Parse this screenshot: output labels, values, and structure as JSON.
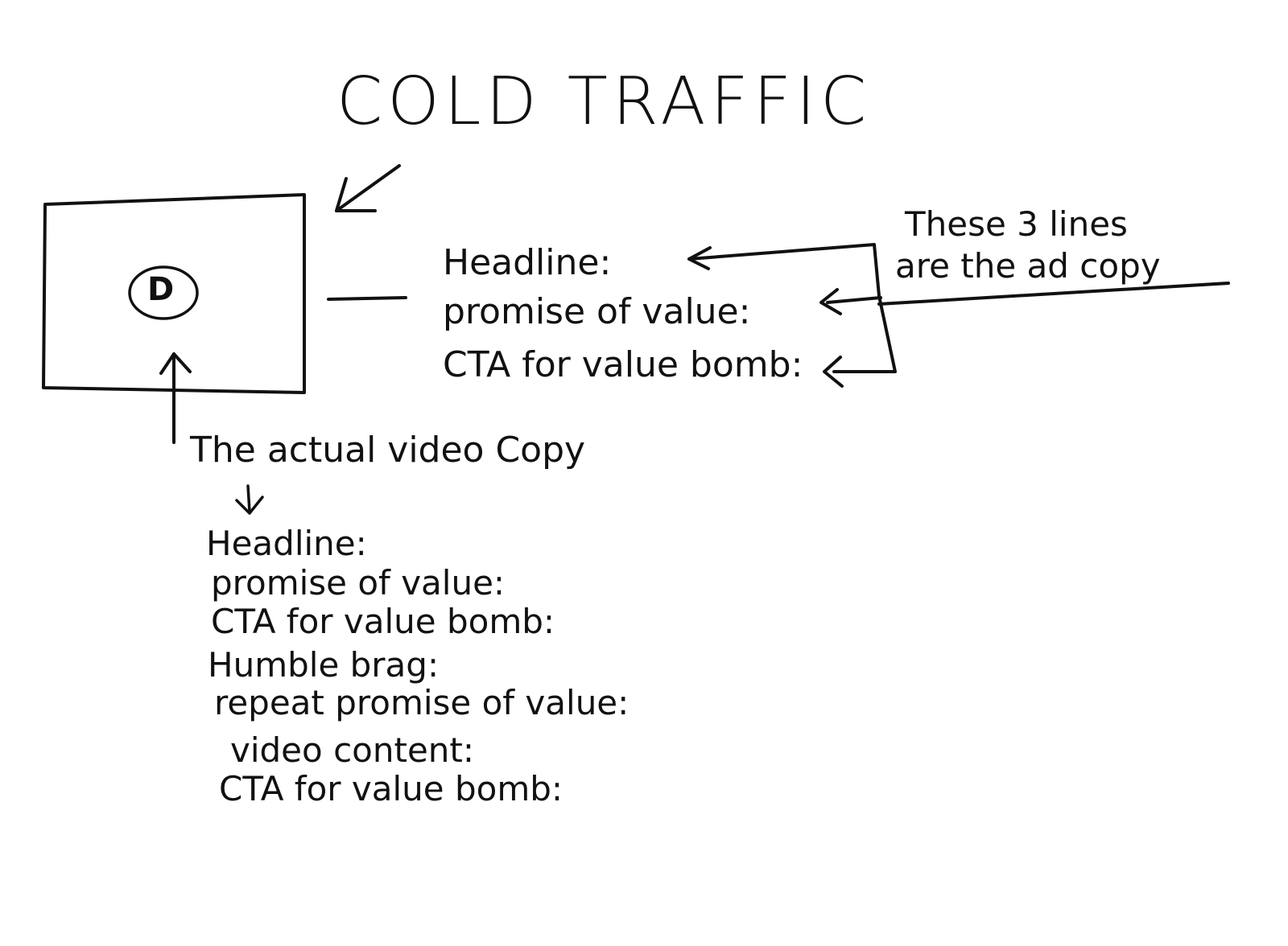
{
  "title": "COLD TRAFFIC",
  "ad_copy": {
    "lines": [
      "Headline:",
      "promise of value:",
      "CTA for value bomb:"
    ],
    "note_lines": [
      "These 3 lines",
      "are the ad copy"
    ]
  },
  "video": {
    "logo_letter": "D",
    "label": "The actual video Copy",
    "lines": [
      "Headline:",
      "promise of value:",
      "CTA for value bomb:",
      "Humble brag:",
      "repeat promise of value:",
      "video content:",
      "CTA for value bomb:"
    ]
  }
}
